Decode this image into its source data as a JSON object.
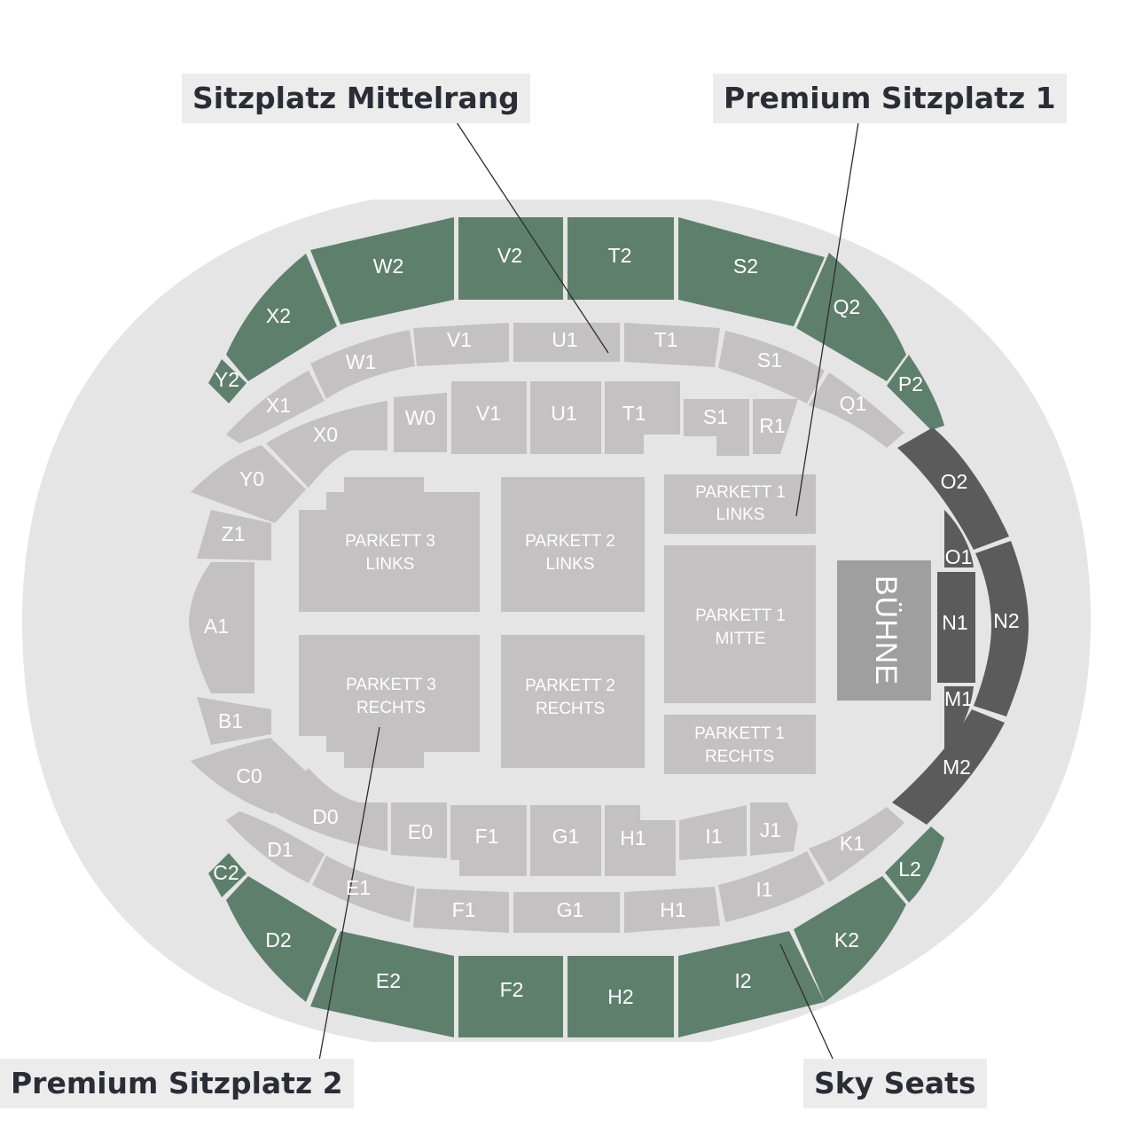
{
  "callouts": {
    "mittelrang": "Sitzplatz Mittelrang",
    "premium1": "Premium Sitzplatz 1",
    "premium2": "Premium Sitzplatz 2",
    "sky": "Sky Seats"
  },
  "stage": "BÜHNE",
  "colors": {
    "outer_ring": "#e5e5e5",
    "premium_green": "#5f7f6d",
    "mittelrang_grey": "#c3c1c1",
    "sky_dark": "#5b5b5b",
    "stage_grey": "#9f9f9f"
  },
  "sections": {
    "upper": [
      "W2",
      "V2",
      "T2",
      "S2",
      "X2",
      "Q2",
      "Y2",
      "P2",
      "E2",
      "F2",
      "H2",
      "I2",
      "D2",
      "K2",
      "C2",
      "L2"
    ],
    "w2": "W2",
    "v2": "V2",
    "t2": "T2",
    "s2": "S2",
    "x2": "X2",
    "q2": "Q2",
    "y2": "Y2",
    "p2": "P2",
    "e2": "E2",
    "f2": "F2",
    "h2": "H2",
    "i2": "I2",
    "d2": "D2",
    "k2": "K2",
    "c2": "C2",
    "l2": "L2",
    "w1": "W1",
    "v1_upper": "V1",
    "u1_upper": "U1",
    "t1_upper": "T1",
    "s1_upper": "S1",
    "q1": "Q1",
    "x1": "X1",
    "w0": "W0",
    "v1_lower": "V1",
    "u1_lower": "U1",
    "t1_lower": "T1",
    "s1_lower": "S1",
    "r1": "R1",
    "x0": "X0",
    "y0": "Y0",
    "z1": "Z1",
    "a1": "A1",
    "b1": "B1",
    "c0": "C0",
    "d0": "D0",
    "e0": "E0",
    "f1_inner": "F1",
    "g1_inner": "G1",
    "h1_inner": "H1",
    "i1_inner": "I1",
    "j1": "J1",
    "d1": "D1",
    "e1": "E1",
    "f1_outer": "F1",
    "g1_outer": "G1",
    "h1_outer": "H1",
    "i1_outer": "I1",
    "k1": "K1",
    "o2": "O2",
    "o1": "O1",
    "n1": "N1",
    "n2": "N2",
    "m1": "M1",
    "m2": "M2"
  },
  "parkett": {
    "p3l": [
      "PARKETT 3",
      "LINKS"
    ],
    "p2l": [
      "PARKETT 2",
      "LINKS"
    ],
    "p1l": [
      "PARKETT 1",
      "LINKS"
    ],
    "p1m": [
      "PARKETT 1",
      "MITTE"
    ],
    "p3r": [
      "PARKETT 3",
      "RECHTS"
    ],
    "p2r": [
      "PARKETT 2",
      "RECHTS"
    ],
    "p1r": [
      "PARKETT 1",
      "RECHTS"
    ]
  }
}
